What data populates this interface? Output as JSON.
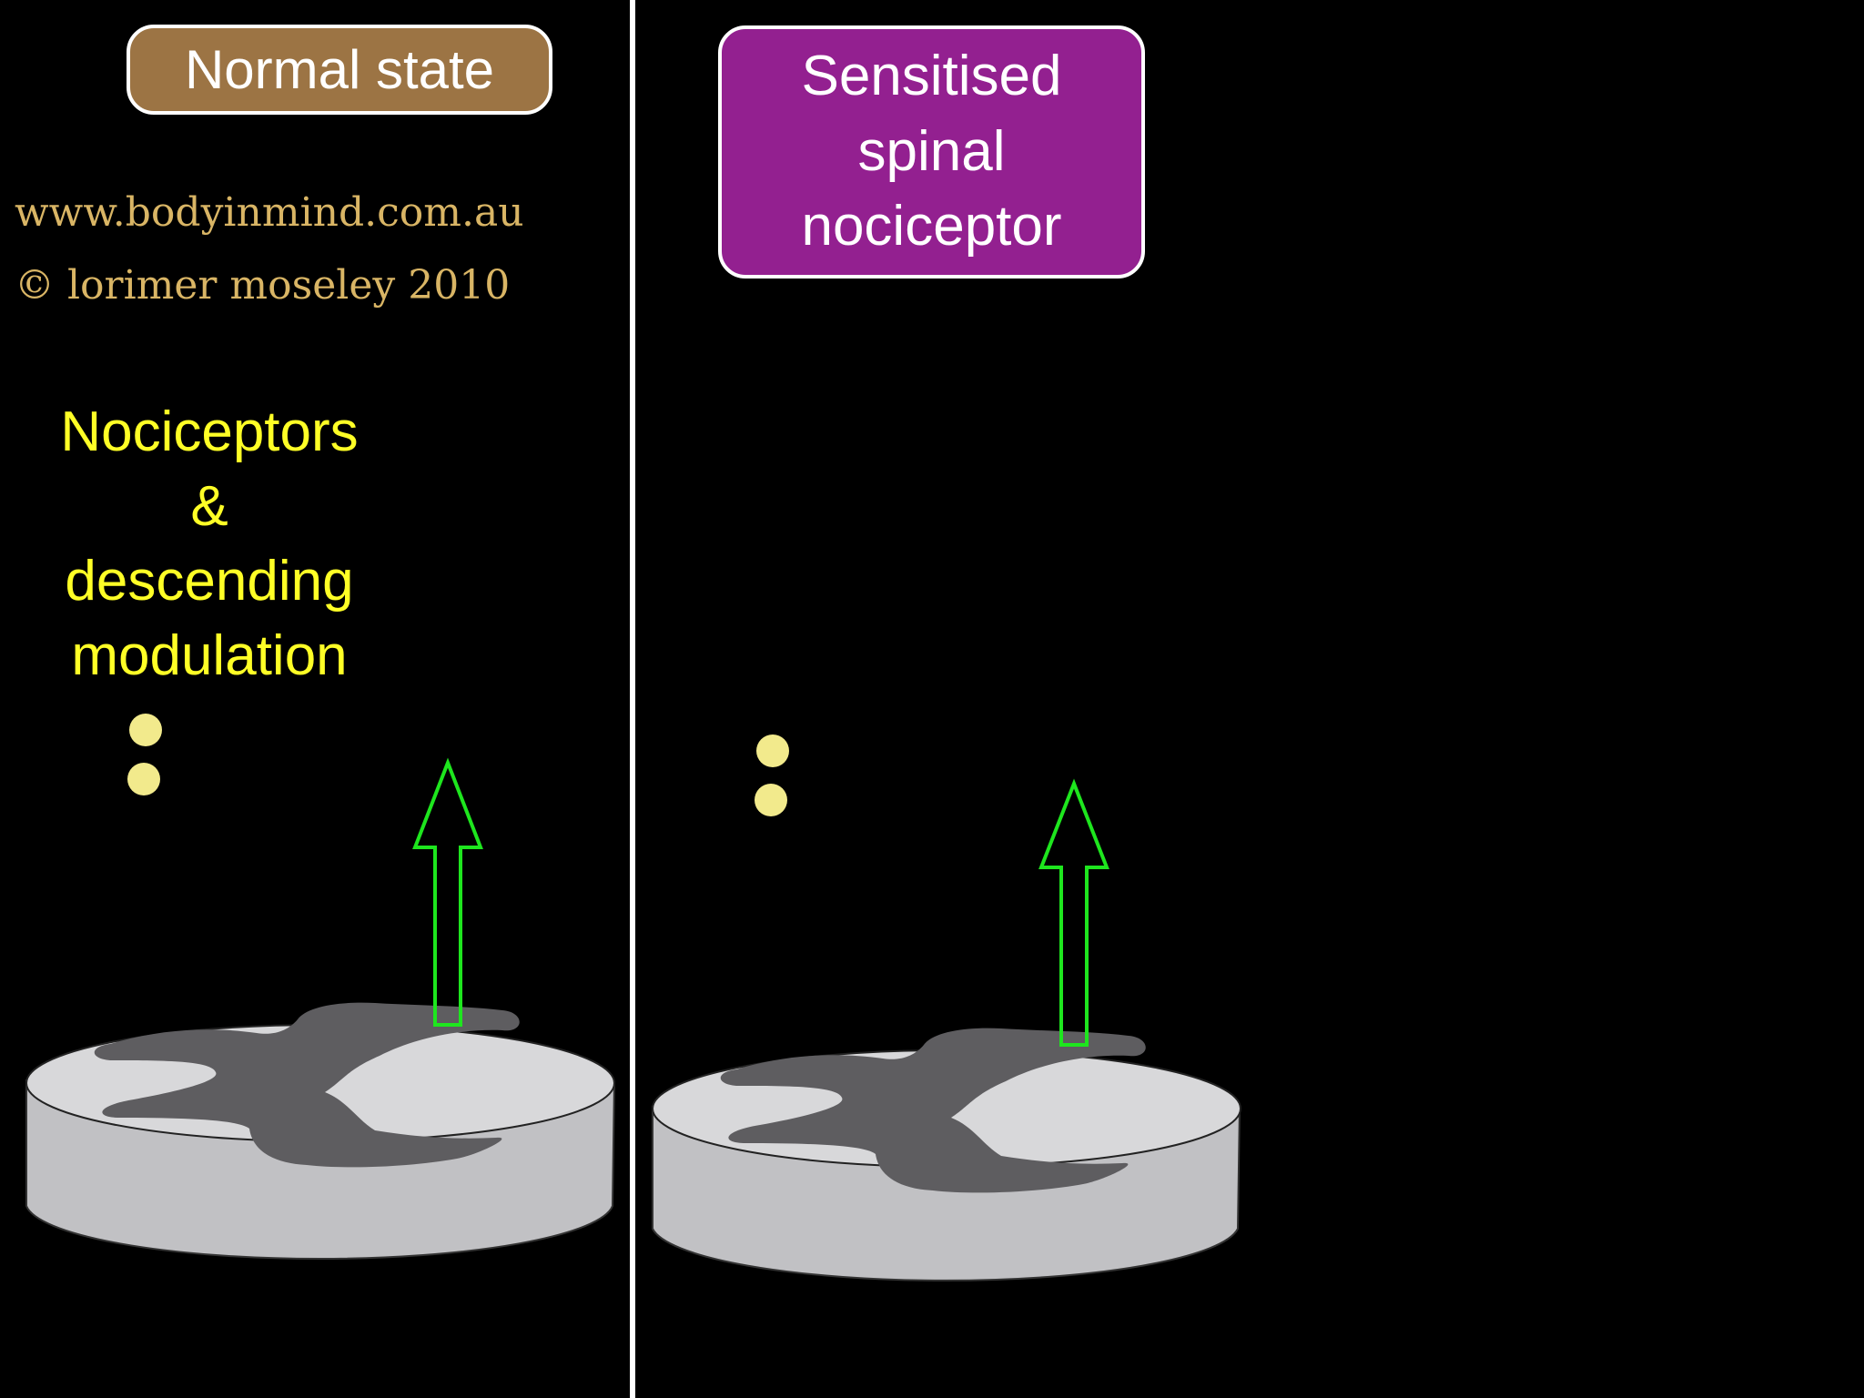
{
  "panels": {
    "normal": {
      "title": "Normal state",
      "title_color": "#9c7444"
    },
    "sensitised": {
      "title_lines": [
        "Sensitised",
        "spinal",
        "nociceptor"
      ],
      "title_color": "#932090"
    }
  },
  "credits": {
    "url": "www.bodyinmind.com.au",
    "copyright": "© lorimer moseley 2010",
    "color": "#d9b565"
  },
  "legend": {
    "lines": [
      "Nociceptors",
      "&",
      "descending",
      "modulation"
    ],
    "color": "#ffff26"
  },
  "colors": {
    "background": "#000000",
    "arrow_outline": "#1ee61e",
    "dot_fill": "#f2ea8c",
    "cord_top": "#d8d8da",
    "cord_side": "#c1c1c4",
    "grey_matter": "#5e5d60"
  },
  "icons": {
    "arrow": "up-arrow-outline-icon",
    "dots": "nociceptor-dot-icon",
    "cord": "spinal-cord-section-icon"
  }
}
